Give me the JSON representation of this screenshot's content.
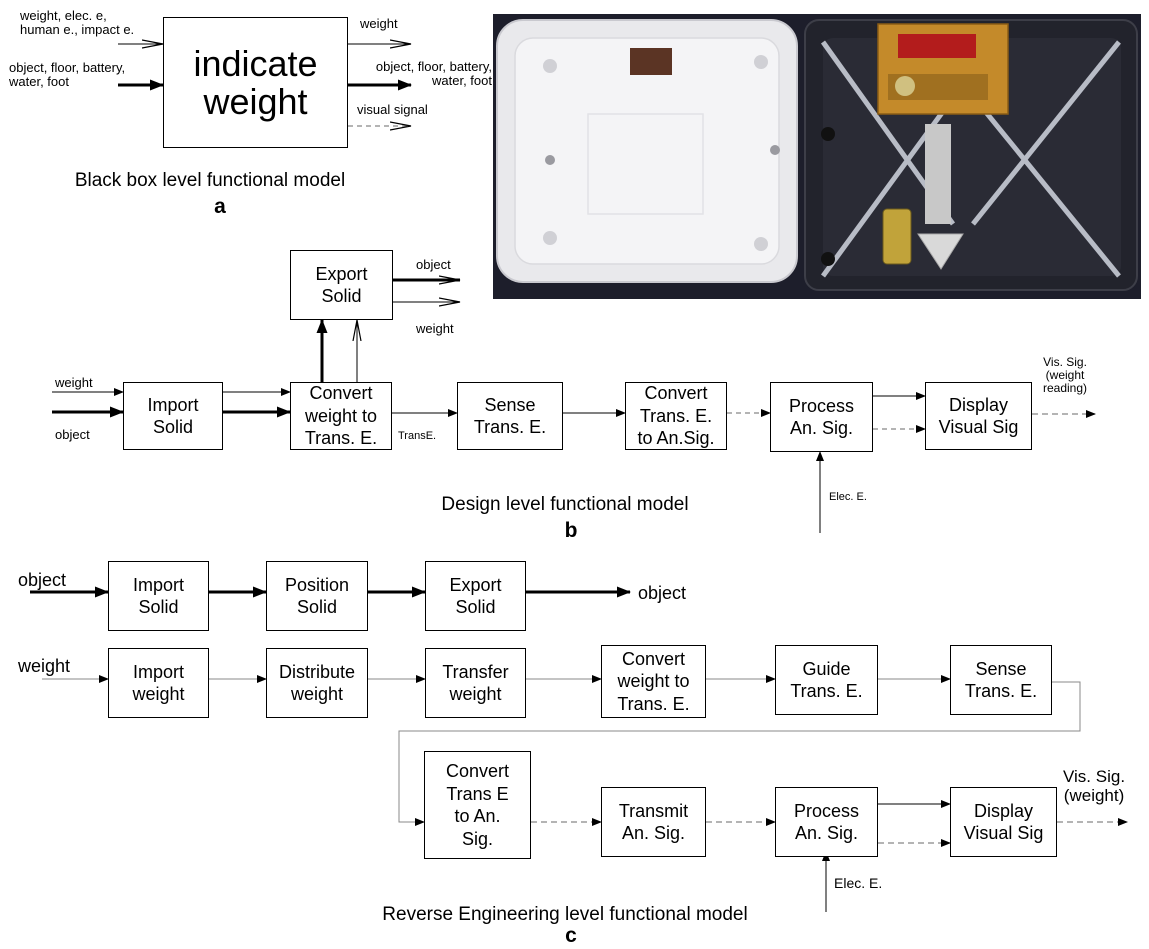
{
  "black_box": {
    "function_label": "indicate\nweight",
    "inputs": [
      "weight, elec. e,\nhuman e., impact e.",
      "object, floor, battery,\nwater, foot"
    ],
    "outputs": [
      "weight",
      "object, floor, battery,\nwater, foot",
      "visual signal"
    ],
    "caption": "Black box level functional model",
    "letter": "a"
  },
  "design_level": {
    "blocks": [
      {
        "id": "export",
        "label": "Export\nSolid"
      },
      {
        "id": "import",
        "label": "Import\nSolid"
      },
      {
        "id": "convert",
        "label": "Convert\nweight to\nTrans. E."
      },
      {
        "id": "sense",
        "label": "Sense\nTrans. E."
      },
      {
        "id": "convert2",
        "label": "Convert\nTrans. E.\nto An.Sig."
      },
      {
        "id": "process",
        "label": "Process\nAn. Sig."
      },
      {
        "id": "display",
        "label": "Display\nVisual Sig"
      }
    ],
    "flow_labels": {
      "weight_in": "weight",
      "object_in": "object",
      "object_out": "object",
      "weight_out": "weight",
      "trans_e": "TransE.",
      "elec_e": "Elec. E.",
      "vis_sig": "Vis. Sig.\n(weight\nreading)"
    },
    "caption": "Design level functional model",
    "letter": "b"
  },
  "reverse_level": {
    "object_row": [
      {
        "id": "import_solid",
        "label": "Import\nSolid"
      },
      {
        "id": "position_solid",
        "label": "Position\nSolid"
      },
      {
        "id": "export_solid",
        "label": "Export\nSolid"
      }
    ],
    "weight_row": [
      {
        "id": "import_weight",
        "label": "Import\nweight"
      },
      {
        "id": "distribute_weight",
        "label": "Distribute\nweight"
      },
      {
        "id": "transfer_weight",
        "label": "Transfer\nweight"
      },
      {
        "id": "convert_weight",
        "label": "Convert\nweight to\nTrans. E."
      },
      {
        "id": "guide",
        "label": "Guide\nTrans. E."
      },
      {
        "id": "sense",
        "label": "Sense\nTrans. E."
      }
    ],
    "bottom_row": [
      {
        "id": "convert_an",
        "label": "Convert\nTrans E\nto An.\nSig."
      },
      {
        "id": "transmit",
        "label": "Transmit\nAn. Sig."
      },
      {
        "id": "process",
        "label": "Process\nAn. Sig."
      },
      {
        "id": "display",
        "label": "Display\nVisual Sig"
      }
    ],
    "flow_labels": {
      "object_in": "object",
      "object_out": "object",
      "weight_in": "weight",
      "elec_e": "Elec. E.",
      "vis_sig": "Vis. Sig.\n(weight)"
    },
    "caption": "Reverse Engineering level functional model",
    "letter": "c"
  }
}
